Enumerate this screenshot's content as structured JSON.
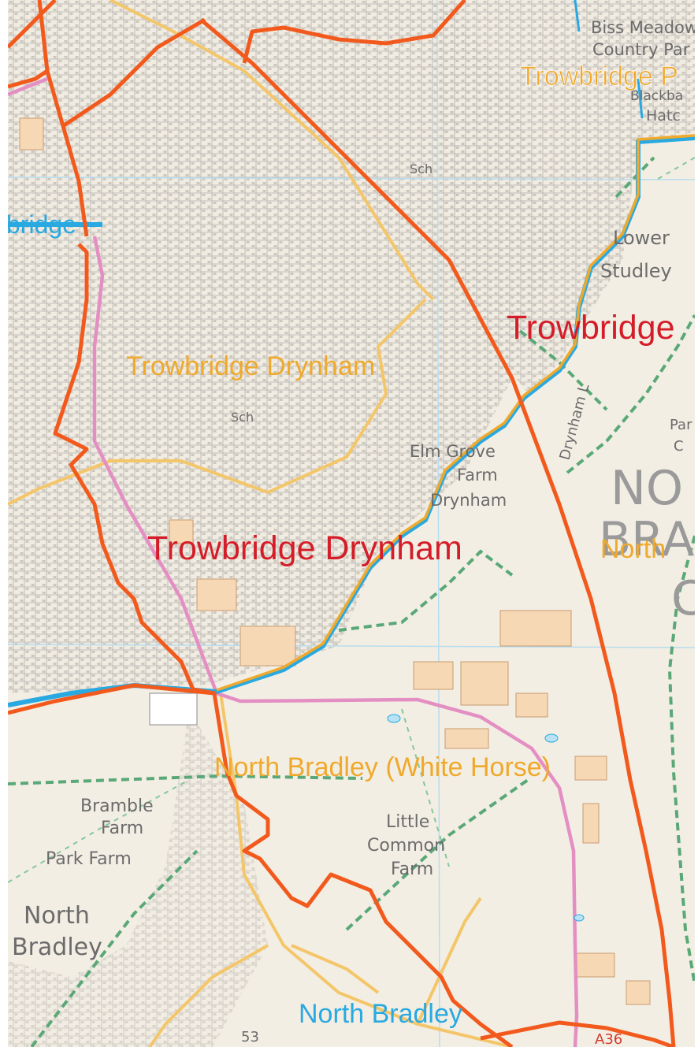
{
  "colors": {
    "background": "#f3eee4",
    "ward_boundary": "#f25a1d",
    "division_boundary": "#efa92c",
    "parish_boundary": "#29a9e1",
    "district_road": "#e48fc3",
    "minor_road": "#f4c66a",
    "footpath": "#5aa877",
    "grid": "#b7dcef",
    "building": "#f7d8b4",
    "street": "#9b9b9b"
  },
  "labels": {
    "trowbridge_partial": "Trowbridge",
    "trowbridge_drynham_orange": "Trowbridge Drynham",
    "trowbridge_drynham_red": "Trowbridge Drynham",
    "trowbridge_p_partial": "Trowbridge P",
    "bridge_partial": "bridge",
    "north_bradley_white_horse": "North Bradley (White Horse)",
    "north_bradley_blue": "North Bradley",
    "north_partial": "North "
  },
  "map_text": {
    "biss_meadow": "Biss Meadow",
    "country_park": "Country Par",
    "blackball": "Blackba",
    "hatch": "Hatc",
    "sch_top": "Sch",
    "sch_mid": "Sch",
    "lower": "Lower",
    "studley": "Studley",
    "drynham_lane": "Drynham L",
    "elm_grove": "Elm Grove",
    "farm_elm": "Farm",
    "drynham_small": "Drynham",
    "park_c": "Par",
    "park_c2": "C",
    "big_n": "NO",
    "big_b": "BRA",
    "big_c": "C",
    "bramble": "Bramble",
    "bramble_farm": "Farm",
    "park_farm": "Park Farm",
    "north_bradley_map": "North",
    "bradley_map": "Bradley",
    "little": "Little",
    "common": "Common",
    "farm_little": "Farm",
    "road_53": "53",
    "road_a36": "A36"
  }
}
